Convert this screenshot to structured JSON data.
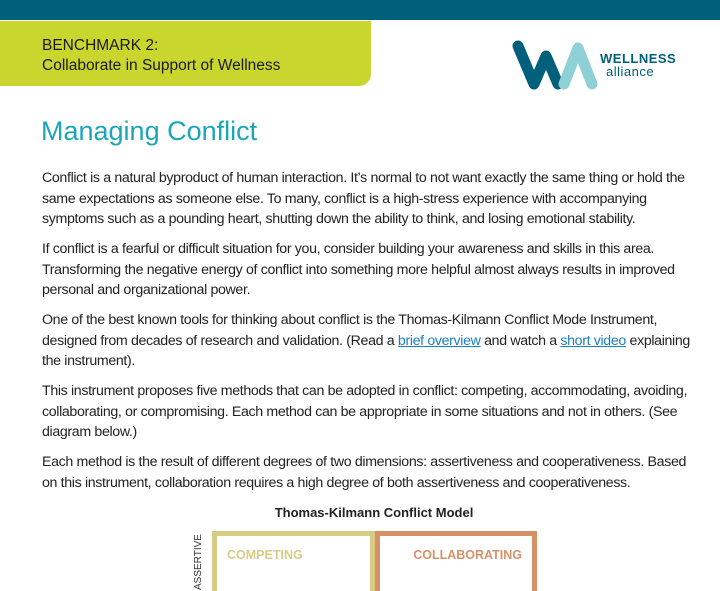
{
  "header": {
    "benchmark": "BENCHMARK 2:",
    "subtitle": "Collaborate in Support of Wellness"
  },
  "logo": {
    "line1": "WELLNESS",
    "line2": "alliance"
  },
  "title": "Managing Conflict",
  "paragraphs": [
    "Conflict is a natural byproduct of human interaction. It’s normal to not want exactly the same thing or hold the same expectations as someone else. To many, conflict is a high-stress experience with accompanying symptoms such as a pounding heart, shutting down the ability to think, and losing emotional stability.",
    "If conflict is a fearful or difficult situation for you, consider building your awareness and skills in this area. Transforming the negative energy of conflict into something more helpful almost always results in improved personal and organizational power.",
    "This instrument proposes five methods that can be adopted in conflict: competing, accommodating, avoiding, collaborating, or compromising. Each method can be appropriate in some situations and not in others. (See diagram below.)",
    "Each method is the result of different degrees of two dimensions: assertiveness and cooperativeness. Based on this instrument, collaboration requires a high degree of both assertiveness and cooperativeness."
  ],
  "tk_paragraph": {
    "before": "One of the best known tools for thinking about conflict is the Thomas-Kilmann Conflict Mode Instrument, designed from decades of research and validation. (Read a ",
    "link1": "brief overview",
    "middle": " and watch a ",
    "link2": "short video",
    "after": " explaining the instrument)."
  },
  "diagram": {
    "title": "Thomas-Kilmann Conflict Model",
    "axis": "ASSERTIVE",
    "competing": "COMPETING",
    "collaborating": "COLLABORATING"
  },
  "colors": {
    "bar": "#005f7a",
    "bench": "#c8d62e",
    "title": "#1ba6b8",
    "competing": "#d8cc84",
    "collaborating": "#d69169"
  }
}
